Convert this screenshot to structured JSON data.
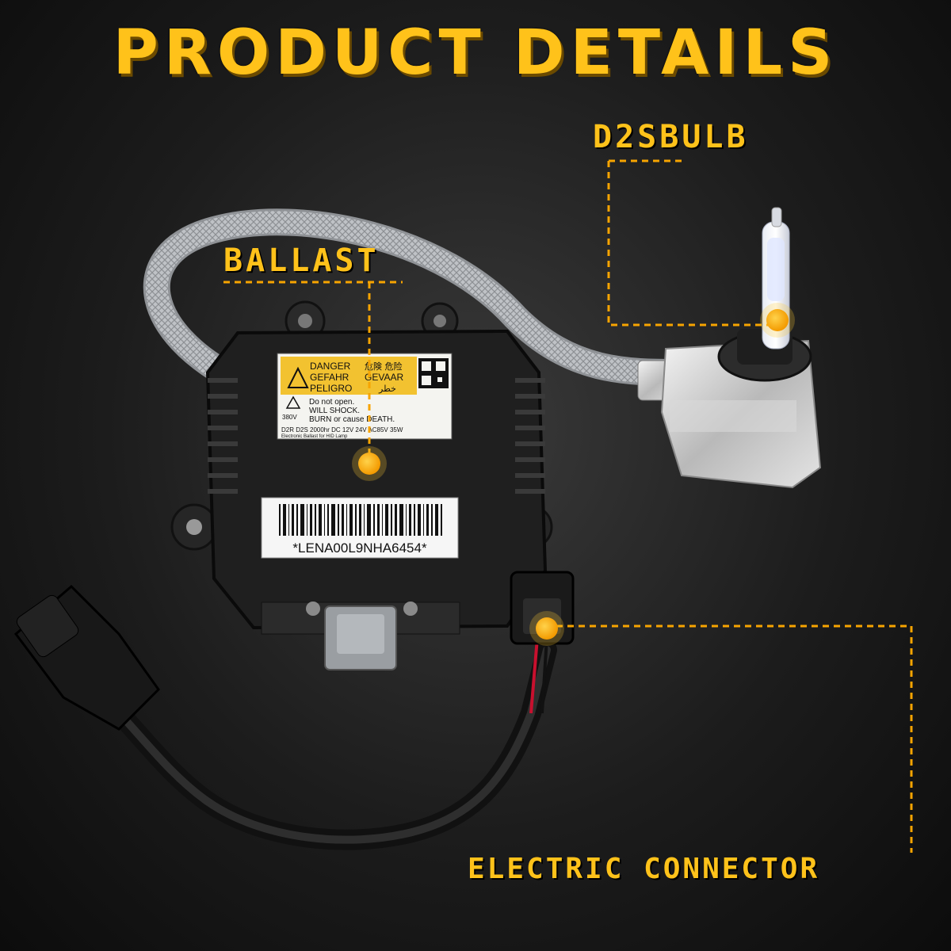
{
  "title": "PRODUCT DETAILS",
  "callouts": {
    "ballast": "BALLAST",
    "bulb": "D2SBULB",
    "connector": "ELECTRIC CONNECTOR"
  },
  "ballast_label": {
    "danger": "DANGER",
    "danger_cjk": "危険 危险",
    "gefahr": "GEFAHR",
    "gevaar": "GEVAAR",
    "peligro": "PELIGRO",
    "arabic": "خطر",
    "do_not_open": "Do not open.",
    "will_shock": "WILL SHOCK.",
    "burn": "BURN or cause DEATH.",
    "voltage": "380V",
    "spec": "D2R D2S 2000hr DC 12V 24V AC85V 35W",
    "desc": "Electronic Ballast for HID Lamp"
  },
  "barcode_text": "*LENA00L9NHA6454*",
  "colors": {
    "accent": "#ffc21a",
    "marker": "#f7a400",
    "background": "#1c1c1c"
  }
}
